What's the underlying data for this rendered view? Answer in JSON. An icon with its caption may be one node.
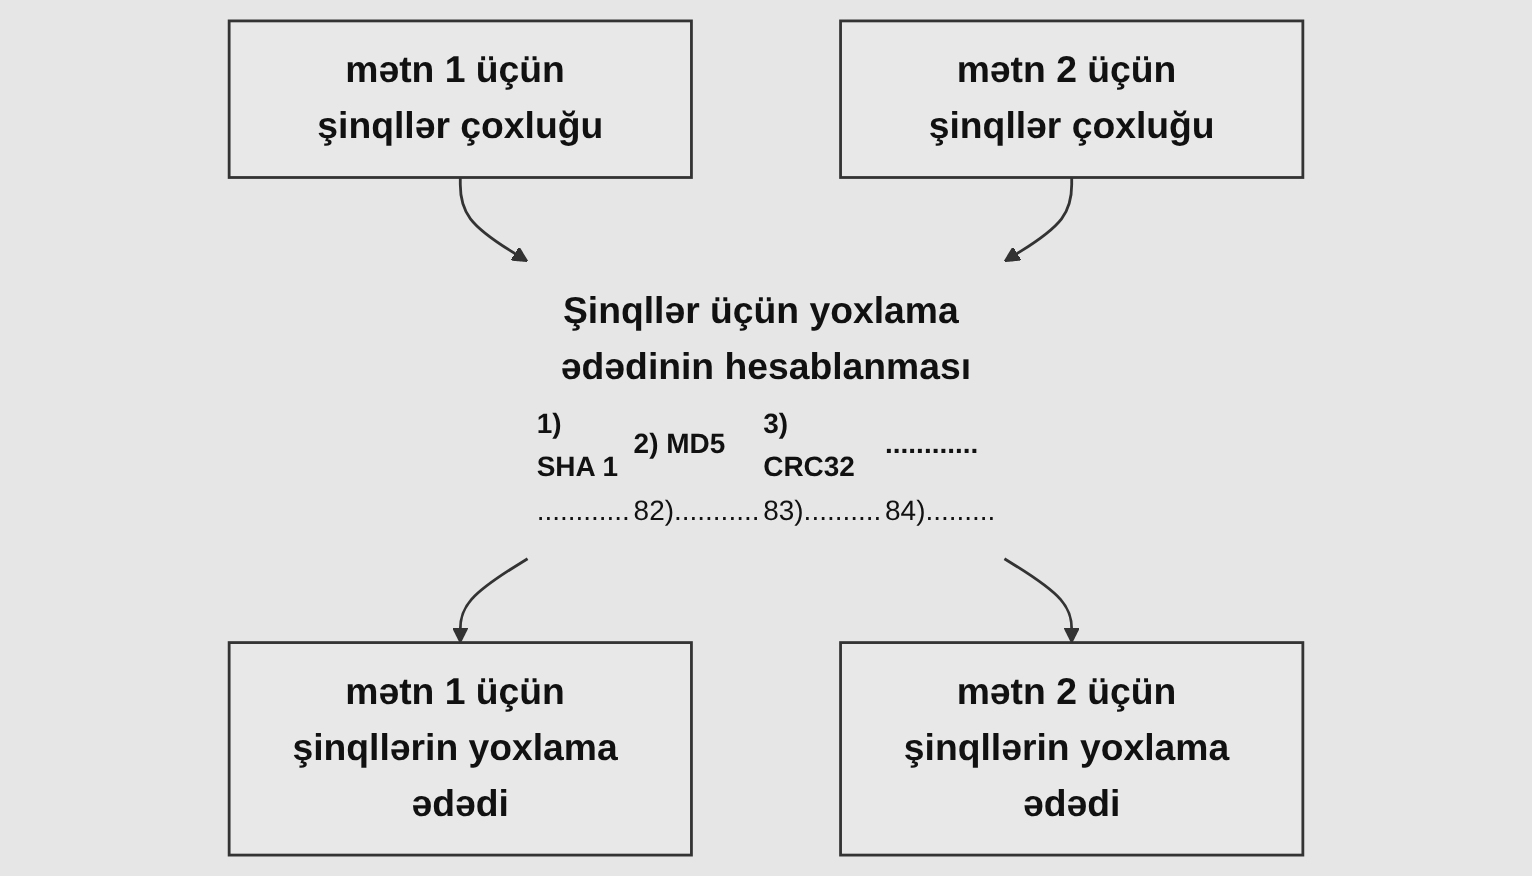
{
  "diagram": {
    "nodes": [
      {
        "text": [
          "mətn 1 üçün şinqllər çoxluğu"
        ]
      },
      {
        "text": [
          "mətn 2 üçün şinqllər çoxluğu"
        ]
      },
      {
        "text": [
          "Şinqllər üçün yoxlama ədədinin hesablanması",
          "1) SHA 1",
          "2) MD5",
          "3) CRC32",
          "............",
          "............",
          "82)...........",
          "83)..........",
          "84)........."
        ]
      },
      {
        "text": [
          "mətn 1 üçün şinqllərin yoxlama ədədi"
        ]
      },
      {
        "text": [
          "mətn 2 üçün şinqllərin yoxlama ədədi"
        ]
      }
    ],
    "edges": [
      {
        "from": 0,
        "to": 2,
        "arrow": "to"
      },
      {
        "from": 1,
        "to": 2,
        "arrow": "to"
      },
      {
        "from": 2,
        "to": 3,
        "arrow": "to"
      },
      {
        "from": 2,
        "to": 4,
        "arrow": "to"
      }
    ]
  }
}
